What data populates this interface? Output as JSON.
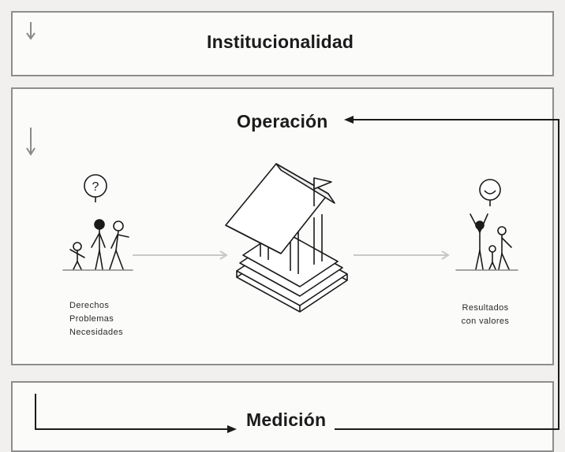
{
  "diagram": {
    "sections": {
      "institucionalidad": "Institucionalidad",
      "operacion": "Operación",
      "medicion": "Medición"
    },
    "left_labels": [
      "Derechos",
      "Problemas",
      "Necesidades"
    ],
    "right_labels": [
      "Resultados",
      "con valores"
    ],
    "question_symbol": "?",
    "colors": {
      "panel_border": "#8d8d8d",
      "line": "#1b1b1b",
      "faint_arrow": "#c8c8c8",
      "background": "#f1f0ee"
    }
  }
}
